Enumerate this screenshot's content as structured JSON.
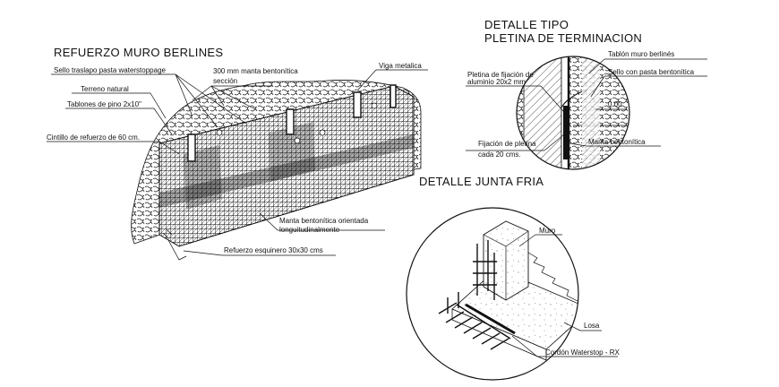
{
  "drawing": {
    "titles": {
      "main": "REFUERZO MURO BERLINES",
      "detail_tipo_line1": "DETALLE TIPO",
      "detail_tipo_line2": "PLETINA DE TERMINACION",
      "junta": "DETALLE JUNTA FRIA"
    },
    "wall_labels": {
      "sello": "Sello traslapo pasta waterstoppage",
      "manta_300_line1": "300 mm manta bentonítica",
      "manta_300_line2": "sección",
      "viga": "Viga metalica",
      "terreno": "Terreno natural",
      "tablones": "Tablones de pino 2x10\"",
      "cintillo": "Cintillo de refuerzo de 60 cm.",
      "manta_long_line1": "Manta bentonítica orientada",
      "manta_long_line2": "longuitudinalmente",
      "refuerzo": "Refuerzo esquinero 30x30 cms"
    },
    "pletina_labels": {
      "tablon": "Tablón muro berlinés",
      "sello": "Sello con pasta bentonítica",
      "pletina_line1": "Pletina de fijación de",
      "pletina_line2": "aluminio 20x2 mm",
      "dimension": "0.00",
      "fijacion_line1": "Fijación de pletina",
      "fijacion_line2": "cada 20 cms.",
      "manta": "Manta bentonítica"
    },
    "junta_labels": {
      "muro": "Muro",
      "losa": "Losa",
      "cordon": "Cordón Waterstop - RX"
    }
  }
}
